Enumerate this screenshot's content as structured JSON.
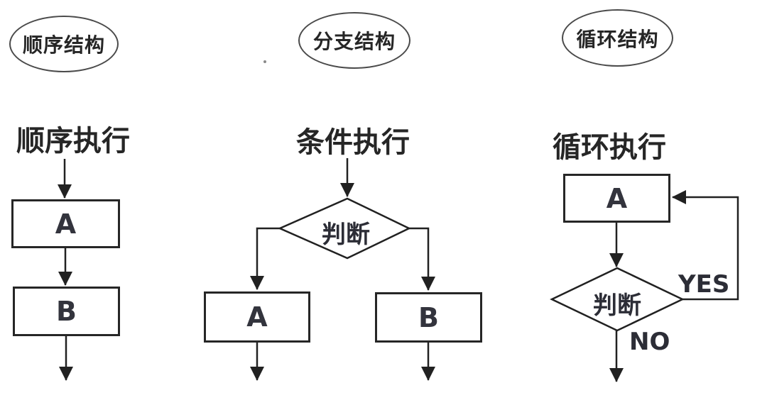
{
  "diagram": {
    "description": "Three flow-control structures flowchart",
    "colors": {
      "stroke": "#212121",
      "background": "#ffffff"
    },
    "sequence": {
      "title": "顺序结构",
      "subtitle": "顺序执行",
      "box_a": "A",
      "box_b": "B"
    },
    "branch": {
      "title": "分支结构",
      "subtitle": "条件执行",
      "decision": "判断",
      "box_a": "A",
      "box_b": "B"
    },
    "loop": {
      "title": "循环结构",
      "subtitle": "循环执行",
      "box_a": "A",
      "decision": "判断",
      "yes_label": "YES",
      "no_label": "NO"
    }
  }
}
